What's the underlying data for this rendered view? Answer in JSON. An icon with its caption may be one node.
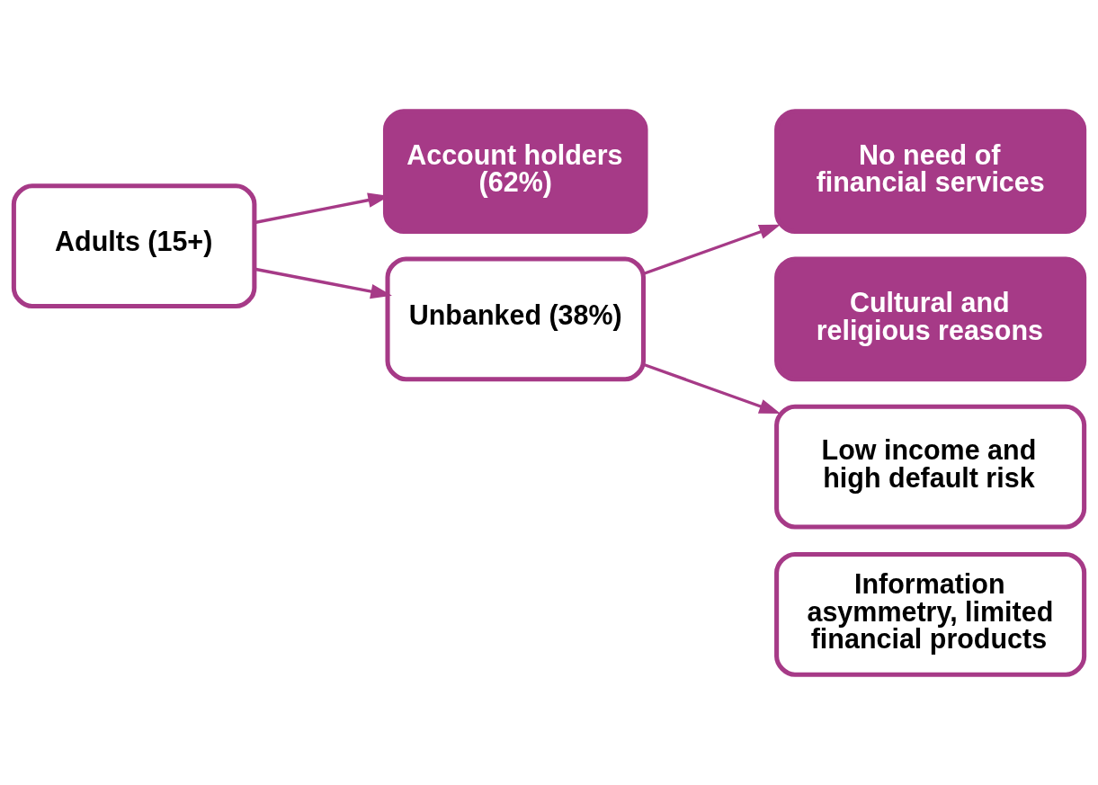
{
  "diagram": {
    "nodes": [
      {
        "text": [
          "Adults (15+)"
        ]
      },
      {
        "text": [
          "Account holders (62%)"
        ]
      },
      {
        "text": [
          "Unbanked (38%)"
        ]
      },
      {
        "text": [
          "No need of financial services"
        ]
      },
      {
        "text": [
          "Cultural and religious reasons"
        ]
      },
      {
        "text": [
          "Low income and high default risk"
        ]
      },
      {
        "text": [
          "Information asymmetry, limited financial products"
        ]
      }
    ],
    "edges": [
      {
        "from": 0,
        "to": 1,
        "arrow": "to"
      },
      {
        "from": 0,
        "to": 2,
        "arrow": "to"
      },
      {
        "from": 2,
        "to": 3,
        "arrow": "to"
      },
      {
        "from": 2,
        "to": 5,
        "arrow": "to"
      }
    ]
  }
}
